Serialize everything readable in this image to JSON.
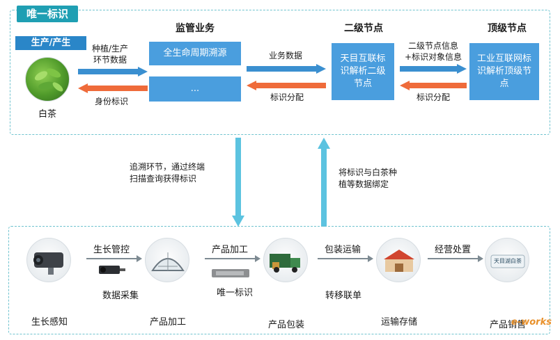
{
  "top": {
    "title": "唯一标识",
    "source_tag": "生产/产生",
    "source_caption": "白茶",
    "heading_supervise": "监管业务",
    "heading_secondary": "二级节点",
    "heading_top": "顶级节点",
    "box_lifecycle": "全生命周期溯源",
    "box_ellipsis": "...",
    "box_secondary": "天目互联标识解析二级节点",
    "box_top": "工业互联网标识解析顶级节点",
    "arrow_plant_data": "种植/生产\n环节数据",
    "arrow_identity": "身份标识",
    "arrow_business_data": "业务数据",
    "arrow_id_assign_1": "标识分配",
    "arrow_node_info": "二级节点信息\n+标识对象信息",
    "arrow_id_assign_2": "标识分配"
  },
  "middle": {
    "down_label": "追溯环节，通过终端\n扫描查询获得标识",
    "up_label": "将标识与白茶种\n植等数据绑定"
  },
  "bottom": {
    "step_labels": [
      "生长管控",
      "产品加工",
      "包装运输",
      "经营处置"
    ],
    "sub_labels": [
      "数据采集",
      "唯一标识",
      "转移联单"
    ],
    "captions": [
      "生长感知",
      "产品加工",
      "产品包装",
      "运输存储",
      "产品销售"
    ],
    "product_box_text": "天目湖白茶"
  },
  "watermark": "e-works",
  "colors": {
    "panel_border": "#6fc3cf",
    "box_blue": "#4a9ede",
    "arrow_blue": "#3a8fd0",
    "arrow_orange": "#ef6b3a",
    "vertical_arrow": "#5cc3e0"
  }
}
